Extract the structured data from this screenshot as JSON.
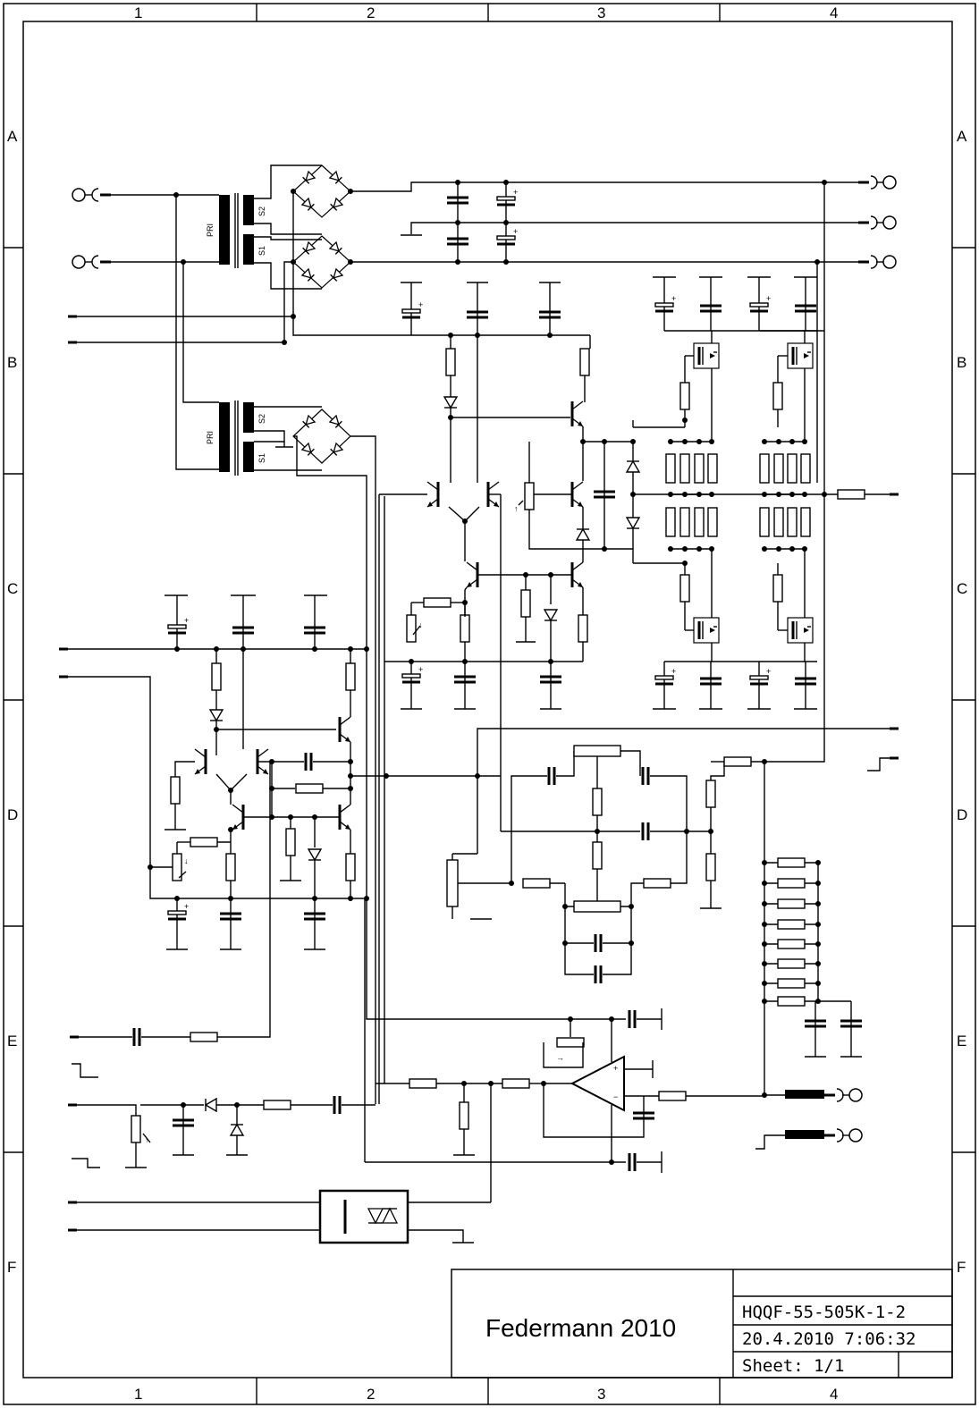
{
  "frame": {
    "columns": [
      "1",
      "2",
      "3",
      "4"
    ],
    "rows": [
      "A",
      "B",
      "C",
      "D",
      "E",
      "F"
    ]
  },
  "transformer_labels": {
    "primary": "PRI",
    "secondary_1": "S1",
    "secondary_2": "S2"
  },
  "title_block": {
    "author": "Federmann 2010",
    "drawing_id": "HQQF-55-505K-1-2",
    "timestamp": "20.4.2010 7:06:32",
    "sheet": "Sheet: 1/1"
  }
}
